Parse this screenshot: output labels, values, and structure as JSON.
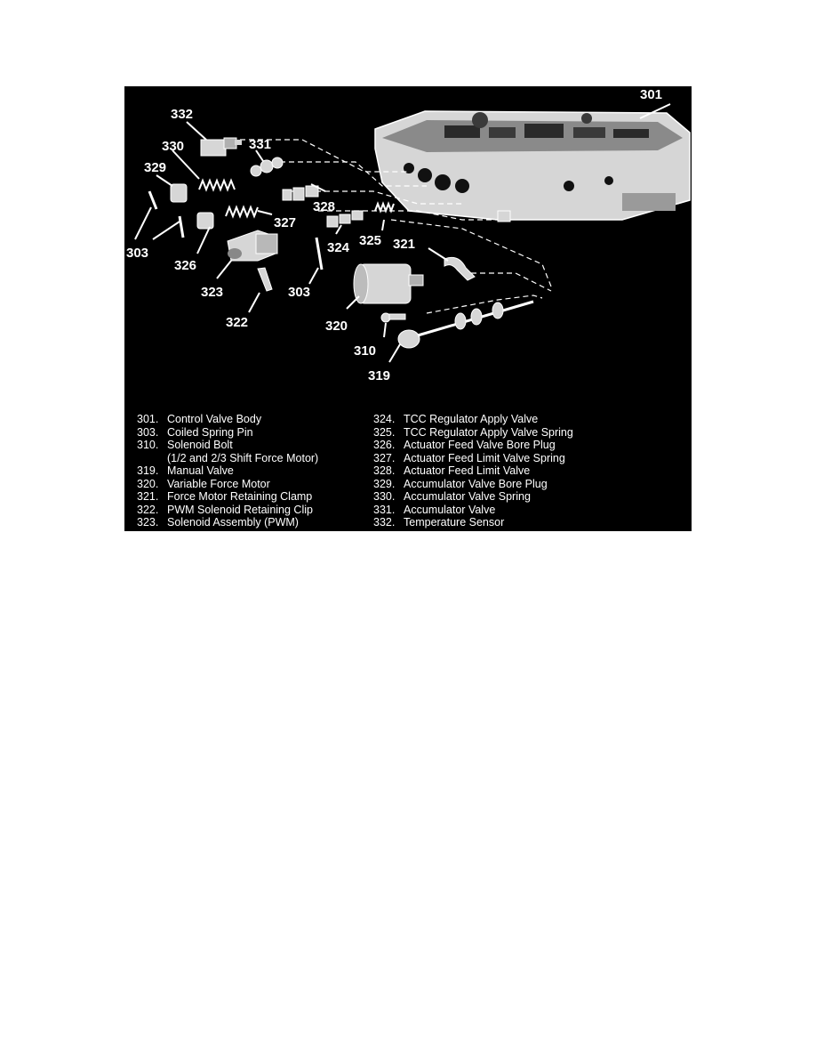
{
  "callouts": {
    "c301": "301",
    "c332": "332",
    "c330": "330",
    "c331": "331",
    "c329": "329",
    "c328": "328",
    "c327": "327",
    "c303a": "303",
    "c326": "326",
    "c324": "324",
    "c325": "325",
    "c321": "321",
    "c323": "323",
    "c303b": "303",
    "c320": "320",
    "c322": "322",
    "c310": "310",
    "c319": "319"
  },
  "legend": {
    "left": [
      {
        "num": "301.",
        "text": "Control Valve Body"
      },
      {
        "num": "303.",
        "text": "Coiled Spring Pin"
      },
      {
        "num": "310.",
        "text": "Solenoid Bolt"
      },
      {
        "num": "",
        "text": "(1/2 and 2/3 Shift Force Motor)"
      },
      {
        "num": "319.",
        "text": "Manual Valve"
      },
      {
        "num": "320.",
        "text": "Variable Force Motor"
      },
      {
        "num": "321.",
        "text": "Force Motor Retaining Clamp"
      },
      {
        "num": "322.",
        "text": "PWM Solenoid Retaining Clip"
      },
      {
        "num": "323.",
        "text": "Solenoid Assembly (PWM)"
      }
    ],
    "right": [
      {
        "num": "324.",
        "text": "TCC Regulator Apply Valve"
      },
      {
        "num": "325.",
        "text": "TCC Regulator Apply Valve Spring"
      },
      {
        "num": "326.",
        "text": "Actuator Feed Valve Bore Plug"
      },
      {
        "num": "327.",
        "text": "Actuator Feed Limit Valve Spring"
      },
      {
        "num": "328.",
        "text": "Actuator Feed Limit Valve"
      },
      {
        "num": "329.",
        "text": "Accumulator Valve Bore Plug"
      },
      {
        "num": "330.",
        "text": "Accumulator Valve Spring"
      },
      {
        "num": "331.",
        "text": "Accumulator Valve"
      },
      {
        "num": "332.",
        "text": "Temperature Sensor"
      }
    ]
  }
}
